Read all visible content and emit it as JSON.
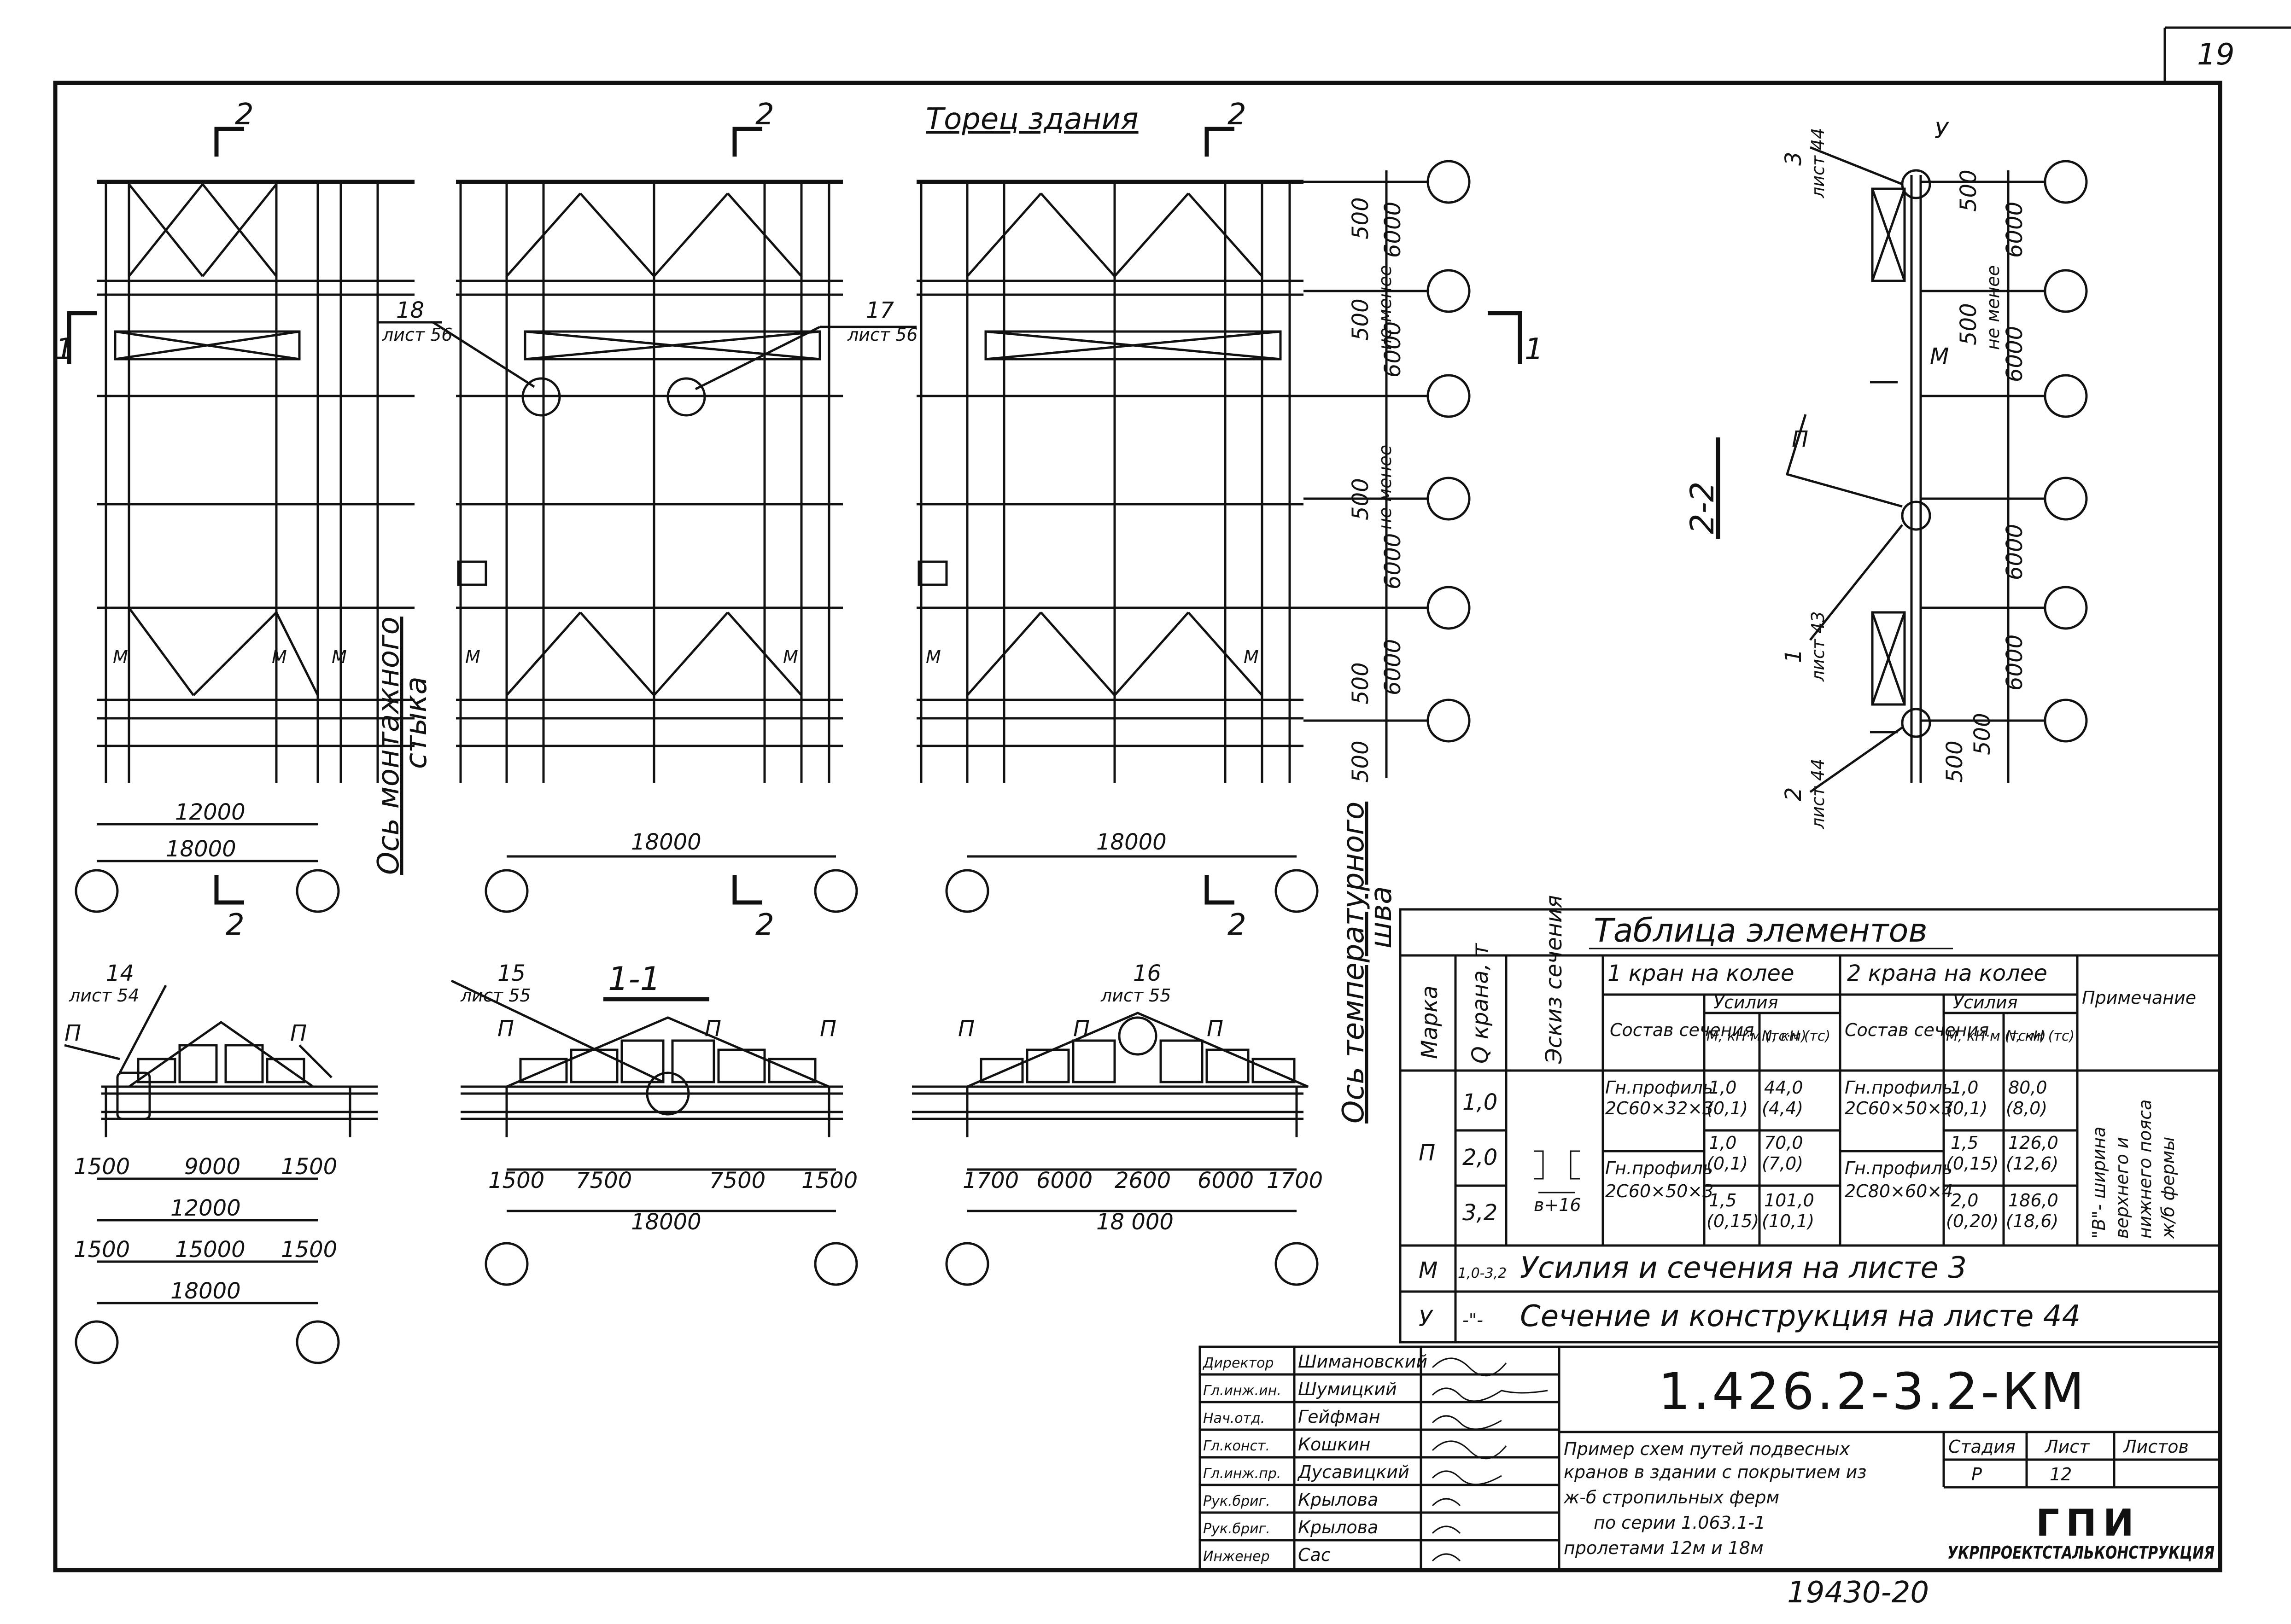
{
  "sheet_corner": "19",
  "plan": {
    "end_label": "Торец здания",
    "section_2": "2",
    "section_1": "1",
    "dims": {
      "d12000": "12000",
      "d18000": "18000",
      "d6000": "6000",
      "d500": "500",
      "ne_menee": "не менее"
    },
    "callout_18": {
      "num": "18",
      "sheet": "лист 56"
    },
    "callout_17": {
      "num": "17",
      "sheet": "лист 56"
    },
    "axis_joint": [
      "Ось монтажного",
      "стыка"
    ],
    "axis_temp": [
      "Ось температурного",
      "шва"
    ],
    "mark_m": "М"
  },
  "section_2_2": {
    "title": "2-2",
    "callout_3": {
      "num": "3",
      "sheet": "лист 44"
    },
    "callout_1": {
      "num": "1",
      "sheet": "лист 43"
    },
    "callout_2": {
      "num": "2",
      "sheet": "лист 44"
    },
    "mark_u": "У",
    "mark_p": "П",
    "mark_m": "М"
  },
  "section_1_1": {
    "title": "1-1",
    "callout_14": {
      "num": "14",
      "sheet": "лист 54"
    },
    "callout_15": {
      "num": "15",
      "sheet": "лист 55"
    },
    "callout_16": {
      "num": "16",
      "sheet": "лист 55"
    },
    "mark_p": "П",
    "dims_a": [
      "1500",
      "9000",
      "1500"
    ],
    "dims_a2": [
      "1500",
      "15000",
      "1500"
    ],
    "dims_b": [
      "1500",
      "7500",
      "7500",
      "1500"
    ],
    "dims_c": [
      "1700",
      "6000",
      "2600",
      "6000",
      "1700"
    ],
    "total_12000": "12000",
    "total_18000": "18000",
    "total_18000s": "18 000"
  },
  "table": {
    "title": "Таблица элементов",
    "h_mark": "Марка",
    "h_q": "Q крана, т",
    "h_sketch": "Эскиз сечения",
    "h_one": "1 кран на колее",
    "h_two": "2 крана на колее",
    "h_sostav": "Состав сечения",
    "h_usiliya": "Усилия",
    "h_m": "M, кН·м (тс·м)",
    "h_n": "N, кН (тс)",
    "h_note": "Примечание",
    "p": {
      "mark": "П",
      "q": [
        "1,0",
        "2,0",
        "3,2"
      ],
      "one_sect_a": [
        "Гн.профиль",
        "2С60×32×3"
      ],
      "one_sect_b": [
        "Гн.профиль",
        "2С60×50×3"
      ],
      "one_m": [
        [
          "1,0",
          "(0,1)"
        ],
        [
          "1,0",
          "(0,1)"
        ],
        [
          "1,5",
          "(0,15)"
        ]
      ],
      "one_n": [
        [
          "44,0",
          "(4,4)"
        ],
        [
          "70,0",
          "(7,0)"
        ],
        [
          "101,0",
          "(10,1)"
        ]
      ],
      "two_sect_a": [
        "Гн.профиль",
        "2С60×50×3"
      ],
      "two_sect_b": [
        "Гн.профиль",
        "2С80×60×4"
      ],
      "two_m": [
        [
          "1,0",
          "(0,1)"
        ],
        [
          "1,5",
          "(0,15)"
        ],
        [
          "2,0",
          "(0,20)"
        ]
      ],
      "two_n": [
        [
          "80,0",
          "(8,0)"
        ],
        [
          "126,0",
          "(12,6)"
        ],
        [
          "186,0",
          "(18,6)"
        ]
      ],
      "sketch_label": "в+16",
      "note": [
        "\"В\"- ширина",
        "верхнего и",
        "нижнего пояса",
        "ж/б фермы"
      ]
    },
    "m_row": {
      "mark": "М",
      "q": "1,0-3,2",
      "text": "Усилия и сечения на листе 3"
    },
    "u_row": {
      "mark": "У",
      "q": "-\"-",
      "text": "Сечение и конструкция на листе 44"
    }
  },
  "title_block": {
    "roles": [
      "Директор",
      "Гл.инж.ин.",
      "Нач.отд.",
      "Гл.конст.",
      "Гл.инж.пр.",
      "Рук.бриг.",
      "Рук.бриг.",
      "Инженер"
    ],
    "names": [
      "Шимановский",
      "Шумицкий",
      "Гейфман",
      "Кошкин",
      "Дусавицкий",
      "Крылова",
      "Крылова",
      "Сас"
    ],
    "code": "1.426.2-3.2-КМ",
    "desc": [
      "Пример схем путей подвесных",
      "кранов в здании с покрытием из",
      "ж-б стропильных ферм",
      "по серии 1.063.1-1",
      "пролетами 12м и 18м"
    ],
    "h_stage": "Стадия",
    "h_sheet": "Лист",
    "h_sheets": "Листов",
    "stage": "Р",
    "sheet": "12",
    "sheets": "",
    "logo": "ГПИ",
    "org": "УКРПРОЕКТСТАЛЬКОНСТРУКЦИЯ"
  },
  "bottom_number": "19430-20"
}
